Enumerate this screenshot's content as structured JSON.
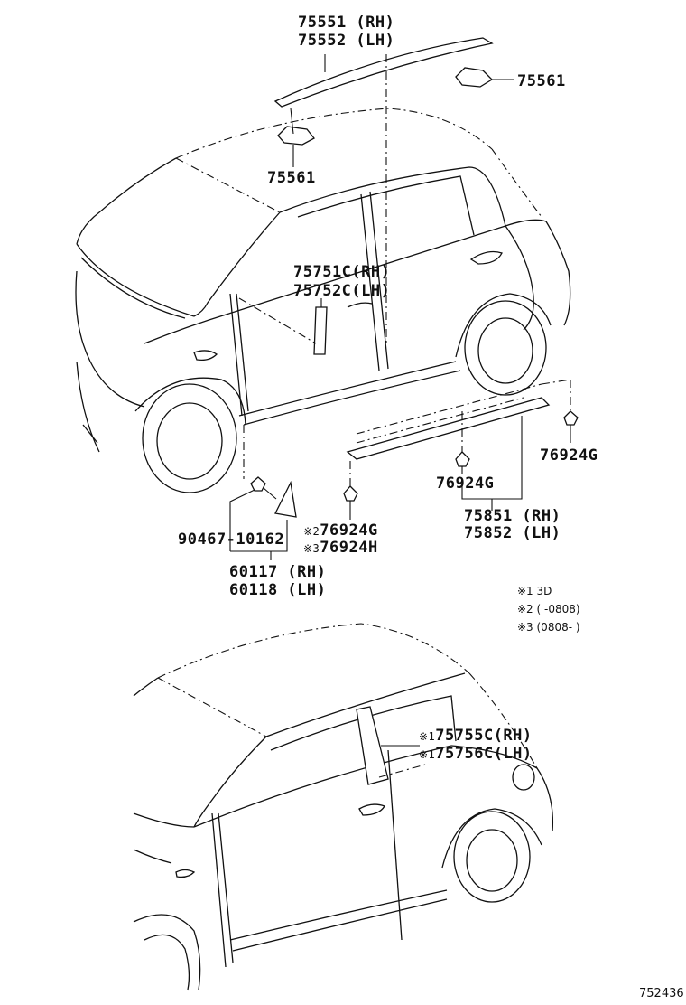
{
  "parts": {
    "roof_rail": [
      "75551 (RH)",
      "75552 (LH)"
    ],
    "clip_top": "75561",
    "clip_left": "75561",
    "front_door_mold": [
      "75751C(RH)",
      "75752C(LH)"
    ],
    "rocker_mold": [
      "75851 (RH)",
      "75852 (LH)"
    ],
    "clip_right": "76924G",
    "clip_mid": "76924G",
    "clip_low_2": "76924G",
    "clip_low_3": "76924H",
    "screw": "90467-10162",
    "garnish": [
      "60117 (RH)",
      "60118 (LH)"
    ],
    "rear_mold_3d": [
      "75755C(RH)",
      "75756C(LH)"
    ]
  },
  "marks": {
    "m1": "※1",
    "m2": "※2",
    "m3": "※3"
  },
  "notes": [
    "※1 3D",
    "※2 (      -0808)",
    "※3 (0808-      )"
  ],
  "figure_id": "752436",
  "icons": {
    "note_mark": "reference-mark-icon"
  }
}
